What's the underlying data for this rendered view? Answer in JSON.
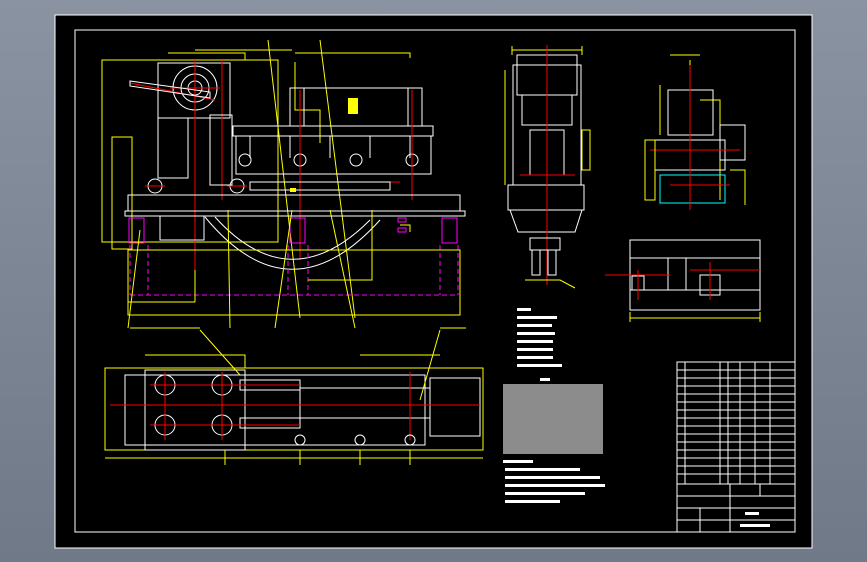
{
  "viewport": {
    "background": "#7b8594"
  },
  "drawing": {
    "sheet_color": "#000000",
    "line_colors": {
      "outline": "#ffffff",
      "dimension": "#ffff00",
      "centerline": "#ff0000",
      "hidden": "#ff00ff",
      "highlight": "#00ffff"
    },
    "views": [
      "front-view",
      "side-view",
      "detail-view",
      "section-view",
      "top-view"
    ],
    "blocks": [
      "technical-notes",
      "parts-list",
      "title-block"
    ]
  }
}
